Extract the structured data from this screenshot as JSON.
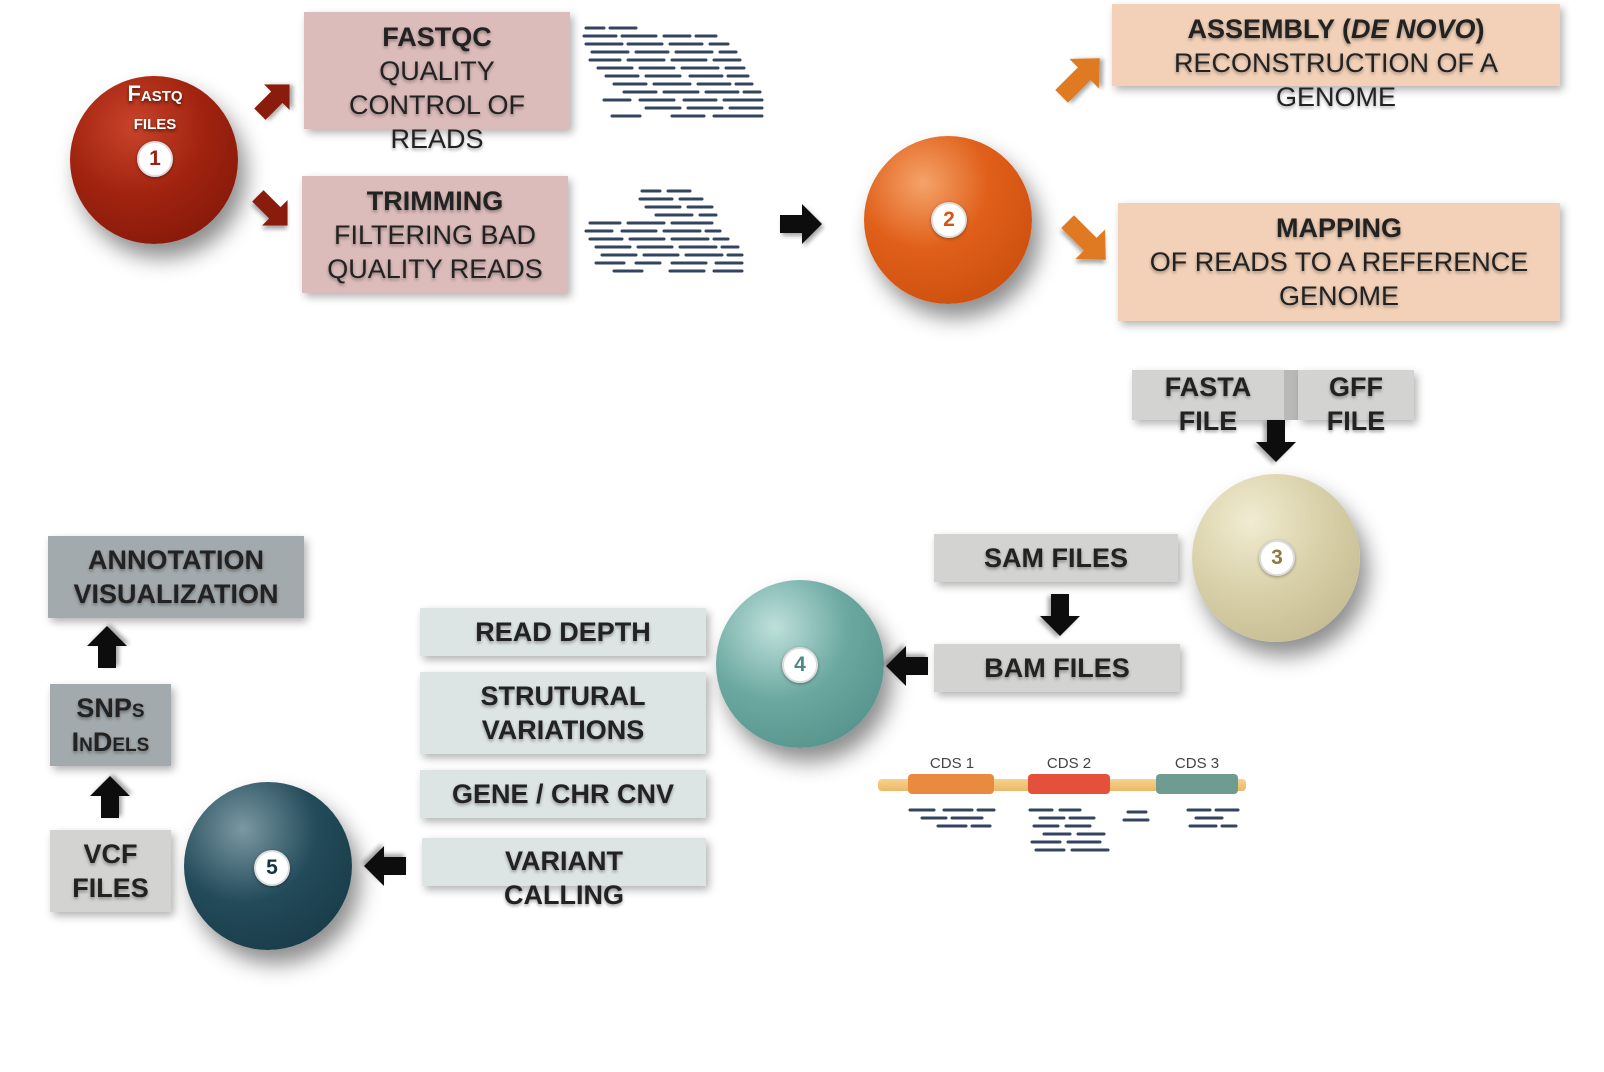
{
  "circles": [
    {
      "num": "1",
      "label_line1": "Fastq",
      "label_line2": "files"
    },
    {
      "num": "2"
    },
    {
      "num": "3"
    },
    {
      "num": "4"
    },
    {
      "num": "5"
    }
  ],
  "boxes": {
    "fastqc": {
      "title": "FASTQC",
      "lines": [
        "QUALITY",
        "CONTROL OF",
        "READS"
      ]
    },
    "trimming": {
      "title": "TRIMMING",
      "lines": [
        "FILTERING BAD",
        "QUALITY READS"
      ]
    },
    "assembly": {
      "title": "ASSEMBLY",
      "title_paren_open": " (",
      "title_italic": "DE NOVO",
      "title_paren_close": ")",
      "lines": [
        "RECONSTRUCTION OF A",
        "GENOME"
      ]
    },
    "mapping": {
      "title": "MAPPING",
      "lines": [
        "OF READS TO A REFERENCE",
        "GENOME"
      ]
    },
    "fasta": {
      "line1": "FASTA",
      "line2": "FILE"
    },
    "gff": {
      "line1": "GFF",
      "line2": "FILE"
    },
    "sam": {
      "label": "SAM FILES"
    },
    "bam": {
      "label": "BAM FILES"
    },
    "read_depth": {
      "label": "READ DEPTH"
    },
    "strutural": {
      "line1": "STRUTURAL",
      "line2": "VARIATIONS"
    },
    "gene_cnv": {
      "label": "GENE / CHR CNV"
    },
    "variant_calling": {
      "line1": "VARIANT",
      "line2": "CALLING"
    },
    "annotation": {
      "line1": "ANNOTATION",
      "line2": "VISUALIZATION"
    },
    "snps": {
      "line1": "SNPs",
      "line2": "InDels"
    },
    "vcf": {
      "line1": "VCF",
      "line2": "FILES"
    }
  },
  "cds": [
    "CDS 1",
    "CDS 2",
    "CDS 3"
  ],
  "colors": {
    "circle1": "#9a2010",
    "circle2": "#d9530f",
    "circle3": "#d6cfa8",
    "circle4": "#5f9c94",
    "circle5": "#1c4150",
    "arrow_dark_red": "#8a1e10",
    "arrow_orange": "#e07a20",
    "arrow_black": "#111111",
    "reads": "#34435e"
  },
  "icons": [
    "arrow-icon",
    "short-reads-icon",
    "cds-track-icon"
  ]
}
